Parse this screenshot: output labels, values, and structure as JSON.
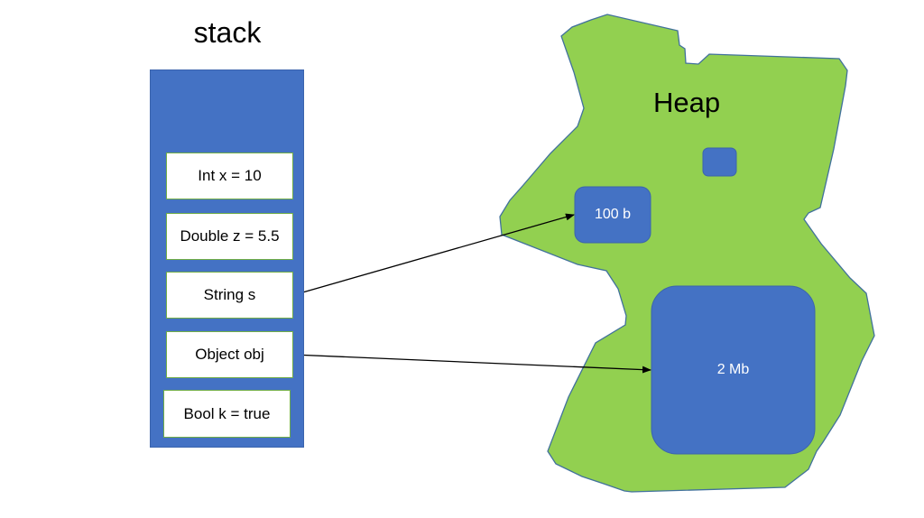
{
  "stack": {
    "title": "stack",
    "slots": [
      {
        "label": "Int x = 10"
      },
      {
        "label": "Double z = 5.5"
      },
      {
        "label": "String s"
      },
      {
        "label": "Object obj"
      },
      {
        "label": "Bool k = true"
      }
    ]
  },
  "heap": {
    "title": "Heap",
    "blocks": [
      {
        "label": ""
      },
      {
        "label": "100 b"
      },
      {
        "label": "2 Mb"
      }
    ]
  },
  "references": [
    {
      "from": "String s",
      "to": "100 b"
    },
    {
      "from": "Object obj",
      "to": "2 Mb"
    }
  ],
  "colors": {
    "stack_fill": "#4472c4",
    "heap_fill": "#92d050",
    "heap_outline": "#41719c",
    "block_fill": "#4472c4",
    "slot_border": "#70ad47",
    "arrow": "#000000"
  }
}
